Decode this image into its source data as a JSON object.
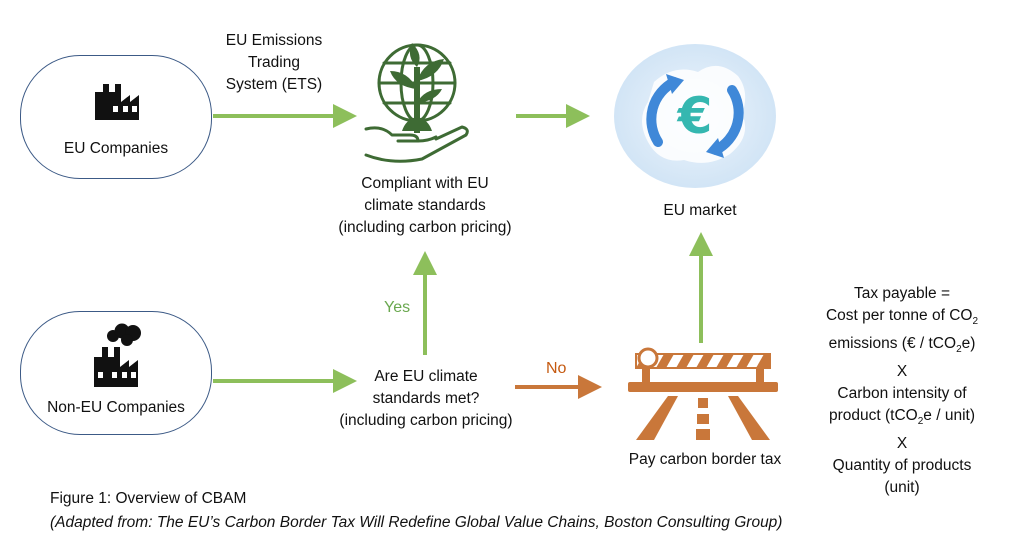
{
  "nodes": {
    "eu_companies": "EU Companies",
    "non_eu_companies": "Non-EU Companies",
    "compliant": [
      "Compliant with EU",
      "climate standards",
      "(including carbon pricing)"
    ],
    "question": [
      "Are EU climate",
      "standards met?",
      "(including carbon pricing)"
    ],
    "eu_market": "EU market",
    "pay_tax": "Pay carbon border tax"
  },
  "edge_labels": {
    "ets": [
      "EU Emissions",
      "Trading",
      "System (ETS)"
    ],
    "yes": "Yes",
    "no": "No"
  },
  "formula": {
    "line1": "Tax payable =",
    "line2": "Cost per tonne of CO",
    "line2_sub": "2",
    "line3a": "emissions (€ / tCO",
    "line3_sub": "2",
    "line3b": "e)",
    "times1": "X",
    "line4": "Carbon intensity of",
    "line5a": "product (tCO",
    "line5_sub": "2",
    "line5b": "e / unit)",
    "times2": "X",
    "line6": "Quantity of products",
    "line7": "(unit)"
  },
  "caption": {
    "title": "Figure 1: Overview of CBAM",
    "source": "(Adapted from: The EU’s Carbon Border Tax Will Redefine Global Value Chains, Boston Consulting Group)"
  },
  "icons": {
    "eu_factory": "factory-icon",
    "non_eu_factory": "smoking-factory-icon",
    "compliance": "hand-globe-plant-icon",
    "market": "euro-exchange-eu-map-icon",
    "border": "border-barrier-road-icon",
    "currency_symbol": "€"
  },
  "colors": {
    "green_arrow": "#8dbf5b",
    "orange_arrow": "#c9773a",
    "pill_border": "#3c5a86",
    "icon_green": "#3e6b34",
    "market_blue": "#3f88d8",
    "market_teal": "#35b7b0"
  }
}
